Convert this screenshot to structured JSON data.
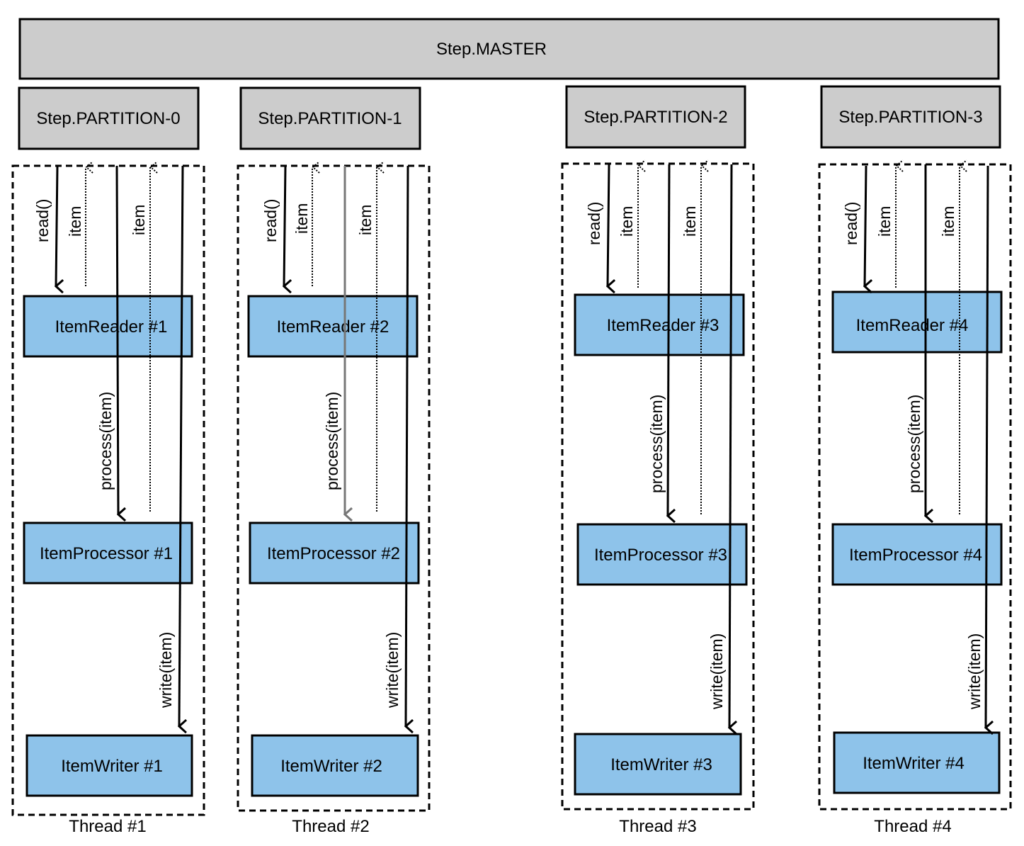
{
  "master": {
    "label": "Step.MASTER"
  },
  "colors": {
    "master_fill": "#cccccc",
    "partition_fill": "#cccccc",
    "component_fill": "#8ec3ea",
    "stroke": "#000000",
    "gray_arrow": "#777777"
  },
  "lanes": [
    {
      "partition": "Step.PARTITION-0",
      "reader": "ItemReader #1",
      "processor": "ItemProcessor #1",
      "writer": "ItemWriter #1",
      "thread": "Thread #1"
    },
    {
      "partition": "Step.PARTITION-1",
      "reader": "ItemReader #2",
      "processor": "ItemProcessor #2",
      "writer": "ItemWriter #2",
      "thread": "Thread #2"
    },
    {
      "partition": "Step.PARTITION-2",
      "reader": "ItemReader #3",
      "processor": "ItemProcessor #3",
      "writer": "ItemWriter #3",
      "thread": "Thread #3"
    },
    {
      "partition": "Step.PARTITION-3",
      "reader": "ItemReader #4",
      "processor": "ItemProcessor #4",
      "writer": "ItemWriter #4",
      "thread": "Thread #4"
    }
  ],
  "labels": {
    "read": "read()",
    "item": "item",
    "process": "process(item)",
    "write": "write(item)"
  }
}
